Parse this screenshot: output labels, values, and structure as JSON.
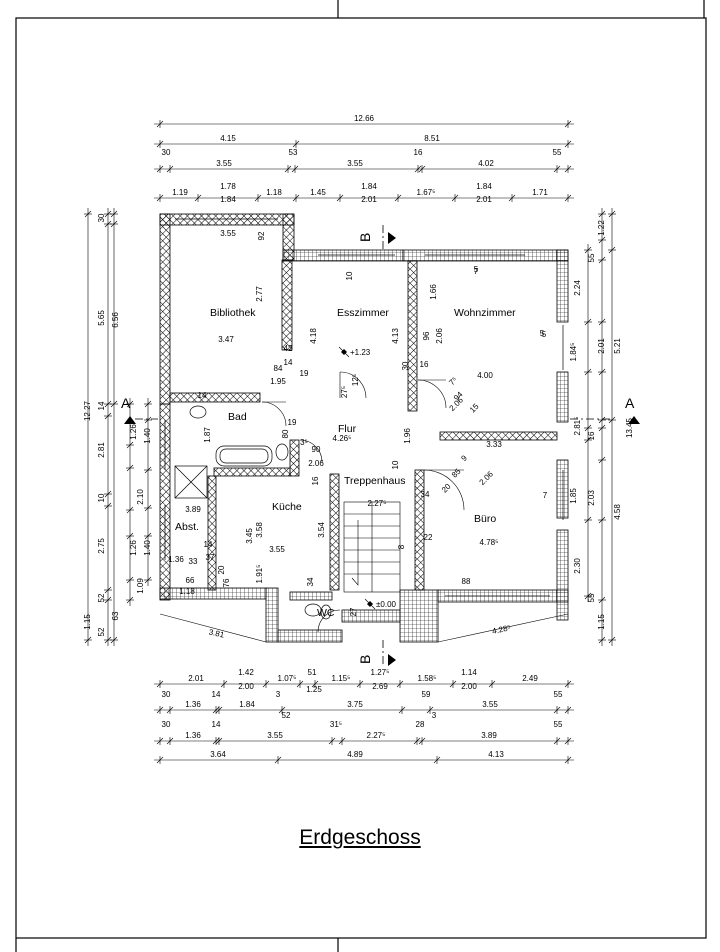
{
  "title": "Erdgeschoss",
  "rooms": {
    "bibliothek": "Bibliothek",
    "esszimmer": "Esszimmer",
    "wohnzimmer": "Wohnzimmer",
    "bad": "Bad",
    "flur": "Flur",
    "kueche": "Küche",
    "treppenhaus": "Treppenhaus",
    "buero": "Büro",
    "abst": "Abst.",
    "wc": "WC"
  },
  "section_marks": {
    "a": "A",
    "b": "B"
  },
  "levels": {
    "upper": "+1.23",
    "ground": "±0.00"
  },
  "dims": {
    "top1": "12.66",
    "top2": [
      "4.15",
      "8.51"
    ],
    "top3_small": [
      "30",
      "53",
      "16",
      "55"
    ],
    "top3": [
      "3.55",
      "3.55",
      "4.02"
    ],
    "top4_upper": [
      "1.78",
      "1.84",
      "1.84"
    ],
    "top4": [
      "1.19",
      "1.18",
      "1.45",
      "1.67⁵",
      "1.71"
    ],
    "top4_lower": [
      "1.84",
      "2.01",
      "2.01"
    ],
    "left_outer": [
      "12.27",
      "1.15"
    ],
    "left_mid": [
      "6.56",
      "5.65",
      "30"
    ],
    "left_small": [
      "14",
      "2.81",
      "10",
      "2.75",
      "52",
      "52"
    ],
    "left_inner": [
      "1.26",
      "1.40",
      "2.10",
      "1.26",
      "1.40",
      "1.09",
      "63"
    ],
    "right_outer": [
      "13.45"
    ],
    "right_mid": [
      "5.21",
      "2.81⁵",
      "4.58"
    ],
    "right_small": [
      "1.22",
      "2.24",
      "2.01",
      "16",
      "2.03",
      "2.30",
      "55",
      "55",
      "1.15"
    ],
    "right_inner": [
      "1.84⁵",
      "1.85"
    ],
    "bottom1_upper": [
      "1.42",
      "51",
      "1.27⁵",
      "1.14"
    ],
    "bottom1": [
      "2.01",
      "1.07⁵",
      "1.15⁵",
      "1.58⁵",
      "2.49"
    ],
    "bottom1_lower": [
      "2.00",
      "1.25",
      "2.69",
      "2.00"
    ],
    "bottom2_small": [
      "30",
      "14",
      "3",
      "59",
      "55"
    ],
    "bottom2": [
      "1.36",
      "1.84",
      "3.75",
      "3.55"
    ],
    "bottom2_lower": [
      "52",
      "3"
    ],
    "bottom3_small": [
      "30",
      "14",
      "31⁵",
      "28",
      "55"
    ],
    "bottom3": [
      "1.36",
      "3.55",
      "2.27⁵",
      "3.89"
    ],
    "bottom4": [
      "3.64",
      "4.89",
      "4.13"
    ],
    "diag": [
      "3.81",
      "4.28⁵"
    ],
    "interior": [
      "3.55",
      "92",
      "2.77",
      "3.47",
      "1.95",
      "84",
      "42",
      "14",
      "19",
      "4.18",
      "27⁵",
      "12⁵",
      "10",
      "1.66",
      "96",
      "2.06",
      "4.13",
      "30",
      "16",
      "4.00",
      "7",
      "7",
      "5",
      "7⁵",
      "94",
      "15",
      "2.06",
      "4.26⁵",
      "1.96",
      "3.33",
      "19",
      "80",
      "3⁵",
      "90",
      "2.06",
      "10",
      "16",
      "1.87",
      "14",
      "20",
      "85",
      "9",
      "2.06",
      "3.45",
      "3.58",
      "3.54",
      "1.91⁵",
      "76",
      "20",
      "37",
      "14",
      "3.55",
      "2.27⁵",
      "34",
      "22",
      "8",
      "4.78⁵",
      "3.89",
      "1.36",
      "33",
      "66",
      "1.18",
      "34",
      "27",
      "88",
      "5",
      "5",
      "7"
    ]
  }
}
